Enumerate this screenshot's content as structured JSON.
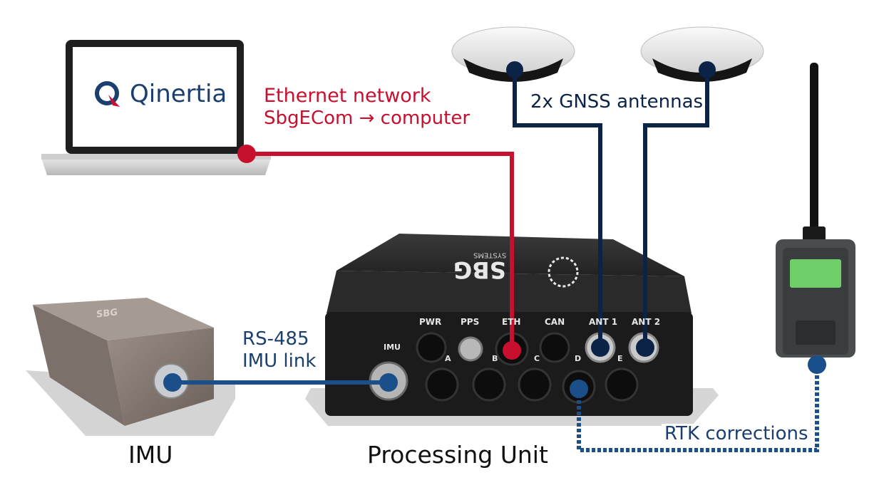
{
  "laptop": {
    "brand": "Qinertia"
  },
  "ethernet": {
    "title": "Ethernet network",
    "subtitle": "SbgECom → computer"
  },
  "gnss": {
    "label": "2x GNSS antennas"
  },
  "imu_link": {
    "line1": "RS-485",
    "line2": "IMU link"
  },
  "rtk": {
    "label": "RTK corrections"
  },
  "imu": {
    "caption": "IMU",
    "logo": "SBG"
  },
  "processing_unit": {
    "caption": "Processing Unit",
    "logo": "SBG",
    "logo_sub": "SYSTEMS",
    "ports_top": [
      "PWR",
      "PPS",
      "ETH",
      "CAN",
      "ANT 1",
      "ANT 2"
    ],
    "ports_bottom": [
      "A",
      "B",
      "C",
      "D",
      "E"
    ],
    "port_imu": "IMU"
  },
  "colors": {
    "ethernet": "#c8102e",
    "antenna": "#0b2347",
    "link": "#1b4f8a",
    "rtk": "#1b4f8a"
  }
}
